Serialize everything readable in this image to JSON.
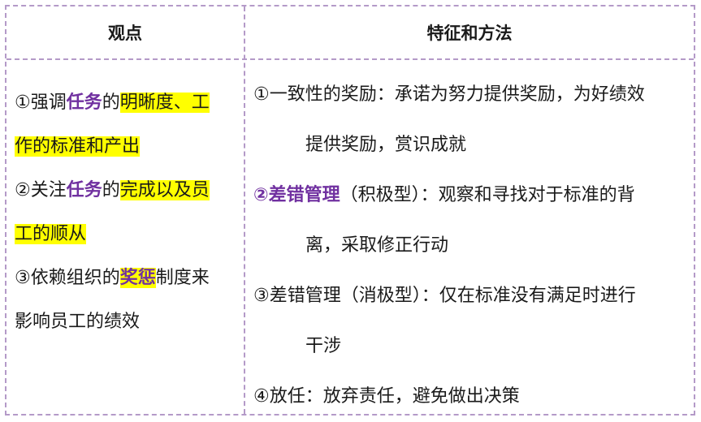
{
  "header": {
    "left": "观点",
    "right": "特征和方法"
  },
  "left": {
    "i1_a": "①强调",
    "i1_b": "任务",
    "i1_c": "的",
    "i1_d": "明晰度、工",
    "i1_e": "作的标准和产出",
    "i2_a": "②关注",
    "i2_b": "任务",
    "i2_c": "的",
    "i2_d": "完成以及员",
    "i2_e": "工的顺从",
    "i3_a": "③依赖组织的",
    "i3_b": "奖惩",
    "i3_c": "制度来",
    "i3_d": "影响员工的绩效"
  },
  "right": {
    "r1_a": "①一致性的奖励：承诺为努力提供奖励，为好绩效",
    "r1_b": "提供奖励，赏识成就",
    "r2_a": "②差错管理",
    "r2_b": "（积极型）：观察和寻找对于标准的背",
    "r2_c": "离，采取修正行动",
    "r3_a": "③差错管理（消极型）：仅在标准没有满足时进行",
    "r3_b": "干涉",
    "r4_a": "④放任：放弃责任，避免做出决策"
  }
}
